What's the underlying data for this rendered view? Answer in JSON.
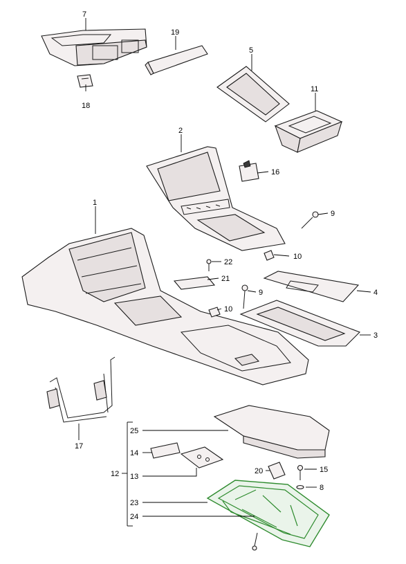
{
  "callouts": {
    "c1": "1",
    "c2": "2",
    "c3": "3",
    "c4": "4",
    "c5": "5",
    "c7": "7",
    "c8": "8",
    "c9a": "9",
    "c9b": "9",
    "c10a": "10",
    "c10b": "10",
    "c11": "11",
    "c12": "12",
    "c13": "13",
    "c14": "14",
    "c15": "15",
    "c16": "16",
    "c17": "17",
    "c18": "18",
    "c19": "19",
    "c20": "20",
    "c21": "21",
    "c22": "22",
    "c23": "23",
    "c24": "24",
    "c25": "25"
  },
  "colors": {
    "highlight": "#2e8b2e",
    "ink": "#1a1a1a",
    "paper": "#ffffff"
  }
}
